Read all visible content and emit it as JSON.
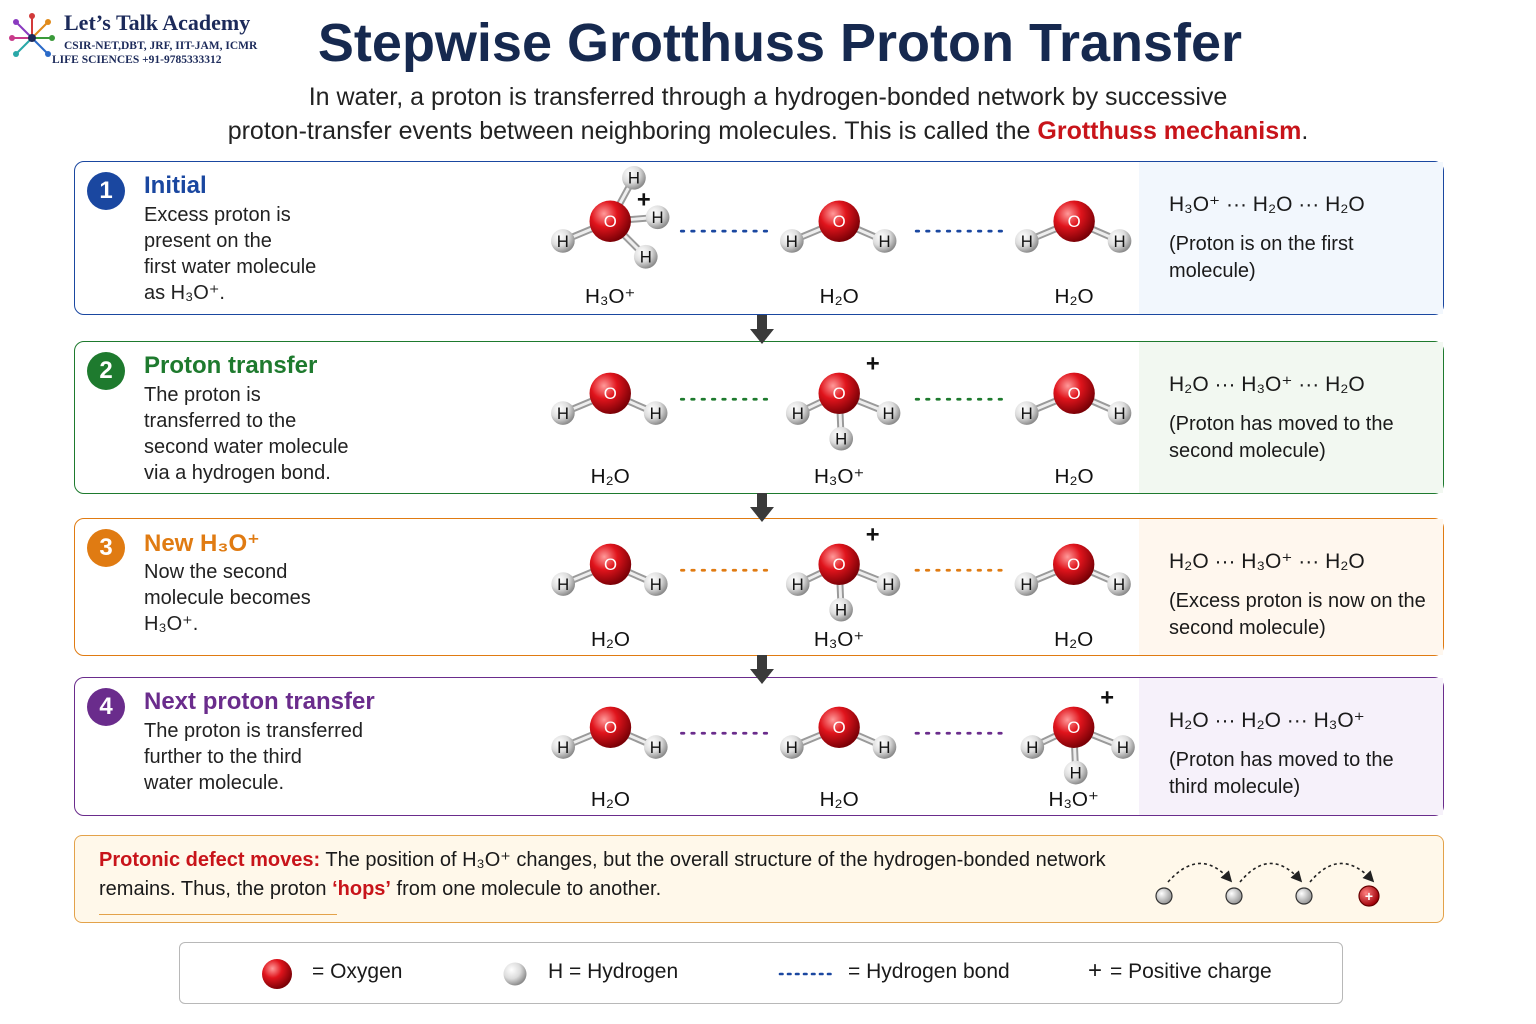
{
  "header": {
    "logo_name": "Let’s Talk Academy",
    "logo_line1": "CSIR-NET,DBT, JRF, IIT-JAM, ICMR",
    "logo_line2": "LIFE SCIENCES  +91-9785333312",
    "title": "Stepwise Grotthuss Proton Transfer",
    "subtitle_line1": "In water, a proton is transferred through a hydrogen-bonded network by successive",
    "subtitle_line2_pre": "proton-transfer events between neighboring molecules. This is called the ",
    "subtitle_highlight": "Grotthuss mechanism",
    "subtitle_end": "."
  },
  "colors": {
    "title": "#16294f",
    "highlight": "#c8141a",
    "oxygen": "#d0141a",
    "hydrogen": "#e8e8e8"
  },
  "molecule_symbols": {
    "oxygen": "O",
    "hydrogen": "H",
    "charge": "+"
  },
  "species": {
    "water": "H₂O",
    "hydronium": "H₃O⁺"
  },
  "steps": [
    {
      "number": "1",
      "title": "Initial",
      "color": "#1a47a0",
      "background": "#f2f7fd",
      "desc_lines": [
        "Excess proton is",
        "present on the",
        "first water molecule",
        "as H₃O⁺."
      ],
      "hydronium_index": 0,
      "equation": "H₃O⁺ ··· H₂O ··· H₂O",
      "note": "(Proton is on the first molecule)",
      "labels": [
        "H₃O⁺",
        "H₂O",
        "H₂O"
      ]
    },
    {
      "number": "2",
      "title": "Proton transfer",
      "color": "#1e7a2e",
      "background": "#f2f8f1",
      "desc_lines": [
        "The proton is",
        "transferred to the",
        "second water molecule",
        "via a hydrogen bond."
      ],
      "hydronium_index": 1,
      "equation": "H₂O ··· H₃O⁺ ··· H₂O",
      "note": "(Proton has moved to the second molecule)",
      "labels": [
        "H₂O",
        "H₃O⁺",
        "H₂O"
      ]
    },
    {
      "number": "3",
      "title": "New H₃O⁺",
      "color": "#e07b12",
      "background": "#fff7ee",
      "desc_lines": [
        "Now the second",
        "molecule becomes",
        "H₃O⁺."
      ],
      "hydronium_index": 1,
      "equation": "H₂O ··· H₃O⁺ ··· H₂O",
      "note": "(Excess proton is now on the second molecule)",
      "labels": [
        "H₂O",
        "H₃O⁺",
        "H₂O"
      ]
    },
    {
      "number": "4",
      "title": "Next proton transfer",
      "color": "#6a2c8c",
      "background": "#f6f1fa",
      "desc_lines": [
        "The proton is transferred",
        "further to the third",
        "water molecule."
      ],
      "hydronium_index": 2,
      "equation": "H₂O ··· H₂O ··· H₃O⁺",
      "note": "(Proton has moved to the third molecule)",
      "labels": [
        "H₂O",
        "H₂O",
        "H₃O⁺"
      ]
    }
  ],
  "summary": {
    "head": "Protonic defect moves:",
    "text_pre": " The position of H₃O⁺ changes, but the overall structure of the hydrogen-bonded network remains. Thus, the proton ",
    "hops": "‘hops’",
    "text_post": " from one molecule to another."
  },
  "legend": {
    "oxygen": "= Oxygen",
    "hydrogen": "H  =  Hydrogen",
    "hbond": "=  Hydrogen bond",
    "charge_symbol": "+",
    "charge": "=  Positive charge"
  }
}
